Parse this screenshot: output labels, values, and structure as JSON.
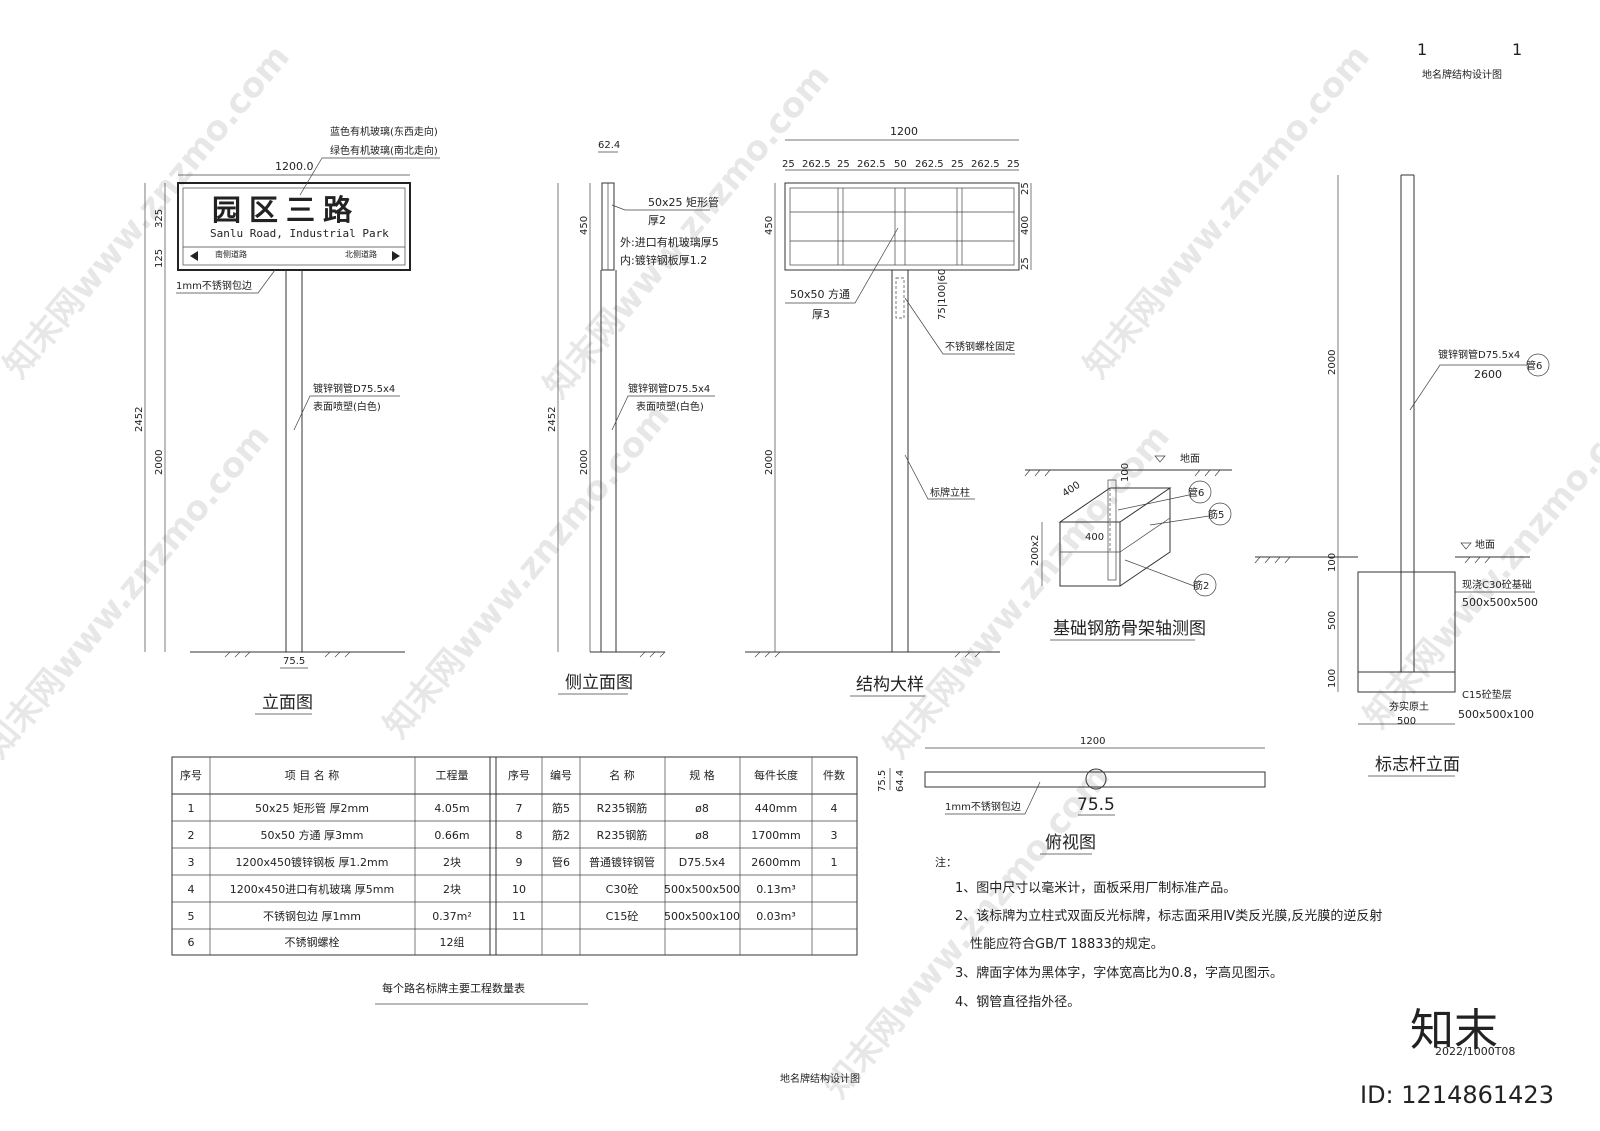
{
  "sheet": {
    "title": "地名牌结构设计图",
    "corner_numbers": [
      "1",
      "1"
    ],
    "corner_title": "地名牌结构设计图",
    "code": "2022/1000T08",
    "watermark_logo": "知末",
    "id_text": "ID: 1214861423",
    "watermark": "知末网www.znzmo.com"
  },
  "elevation": {
    "title": "立面图",
    "sign_cn": "园区三路",
    "sign_en": "Sanlu Road, Industrial Park",
    "left_road": "南侧道路",
    "right_road": "北侧道路",
    "dim_width": "1200.0",
    "dim_325": "325",
    "dim_125": "125",
    "dim_2452": "2452",
    "dim_2000": "2000",
    "dim_755": "75.5",
    "note_blue": "蓝色有机玻璃(东西走向)",
    "note_green": "绿色有机玻璃(南北走向)",
    "note_edge": "1mm不锈钢包边",
    "pipe_spec": "镀锌钢管D75.5x4",
    "pipe_coat": "表面喷塑(白色)"
  },
  "side": {
    "title": "侧立面图",
    "dim_624": "62.4",
    "dim_450": "450",
    "dim_2452": "2452",
    "dim_2000": "2000",
    "tube": "50x25 矩形管",
    "tube_t": "厚2",
    "outer": "外:进口有机玻璃厚5",
    "inner": "内:镀锌钢板厚1.2",
    "pipe_spec": "镀锌钢管D75.5x4",
    "pipe_coat": "表面喷塑(白色)"
  },
  "detail": {
    "title": "结构大样",
    "dim_total": "1200",
    "segments": [
      "25",
      "262.5",
      "25",
      "262.5",
      "50",
      "262.5",
      "25",
      "262.5",
      "25"
    ],
    "dim_450": "450",
    "dim_2000": "2000",
    "v_25a": "25",
    "v_400": "400",
    "v_25b": "25",
    "v_bolt": "75|100|60",
    "tube": "50x50 方通",
    "tube_t": "厚3",
    "bolt": "不锈钢螺栓固定",
    "post": "标牌立柱"
  },
  "rebar": {
    "title": "基础钢筋骨架轴测图",
    "ground": "地面",
    "d100": "100",
    "d400a": "400",
    "d400b": "400",
    "d200": "200x2",
    "tag6": "管6",
    "tag5": "筋5",
    "tag2": "筋2"
  },
  "pole": {
    "title": "标志杆立面",
    "d2000": "2000",
    "pipe_spec": "镀锌钢管D75.5x4",
    "pipe_len": "2600",
    "tag6": "管6",
    "ground": "地面",
    "d100a": "100",
    "d500": "500",
    "d100b": "100",
    "base": "现浇C30砼基础",
    "base_size": "500x500x500",
    "pad": "C15砼垫层",
    "pad_size": "500x500x100",
    "soil": "夯实原土",
    "width": "500"
  },
  "top_view": {
    "title": "俯视图",
    "d1200": "1200",
    "d755v": "75.5",
    "d644": "64.4",
    "d755h": "75.5",
    "edge": "1mm不锈钢包边"
  },
  "table": {
    "caption": "每个路名标牌主要工程数量表",
    "left_headers": [
      "序号",
      "项 目 名 称",
      "工程量"
    ],
    "left_rows": [
      [
        "1",
        "50x25 矩形管 厚2mm",
        "4.05m"
      ],
      [
        "2",
        "50x50 方通 厚3mm",
        "0.66m"
      ],
      [
        "3",
        "1200x450镀锌钢板 厚1.2mm",
        "2块"
      ],
      [
        "4",
        "1200x450进口有机玻璃 厚5mm",
        "2块"
      ],
      [
        "5",
        "不锈钢包边 厚1mm",
        "0.37m²"
      ],
      [
        "6",
        "不锈钢螺栓",
        "12组"
      ]
    ],
    "right_headers": [
      "序号",
      "编号",
      "名 称",
      "规 格",
      "每件长度",
      "件数"
    ],
    "right_rows": [
      [
        "7",
        "筋5",
        "R235钢筋",
        "ø8",
        "440mm",
        "4"
      ],
      [
        "8",
        "筋2",
        "R235钢筋",
        "ø8",
        "1700mm",
        "3"
      ],
      [
        "9",
        "管6",
        "普通镀锌钢管",
        "D75.5x4",
        "2600mm",
        "1"
      ],
      [
        "10",
        "",
        "C30砼",
        "500x500x500",
        "0.13m³",
        ""
      ],
      [
        "11",
        "",
        "C15砼",
        "500x500x100",
        "0.03m³",
        ""
      ]
    ]
  },
  "notes": {
    "heading": "注：",
    "items": [
      "1、图中尺寸以毫米计，面板采用厂制标准产品。",
      "2、该标牌为立柱式双面反光标牌，标志面采用Ⅳ类反光膜,反光膜的逆反射",
      "性能应符合GB/T 18833的规定。",
      "3、牌面字体为黑体字，字体宽高比为0.8，字高见图示。",
      "4、钢管直径指外径。"
    ]
  }
}
